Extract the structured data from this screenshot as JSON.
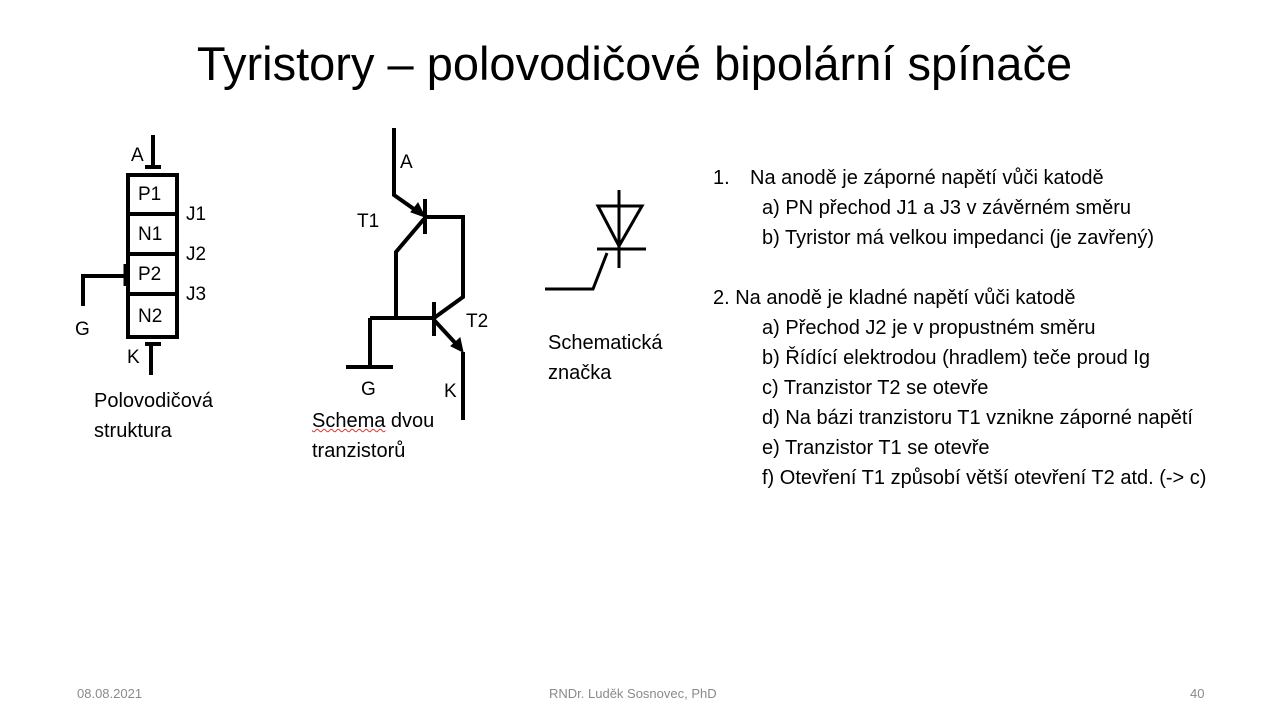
{
  "title": "Tyristory – polovodičové bipolární spínače",
  "structure": {
    "anode": "A",
    "cathode": "K",
    "gate": "G",
    "layers": [
      "P1",
      "N1",
      "P2",
      "N2"
    ],
    "junctions": [
      "J1",
      "J2",
      "J3"
    ],
    "caption_1": "Polovodičová",
    "caption_2": "struktura"
  },
  "transistors": {
    "anode": "A",
    "cathode": "K",
    "gate": "G",
    "t1": "T1",
    "t2": "T2",
    "caption_1": "Schema dvou",
    "caption_2": "tranzistorů"
  },
  "symbol": {
    "caption_1": "Schematická",
    "caption_2": "značka"
  },
  "text": {
    "case1": {
      "num": "1.",
      "head": "Na anodě je záporné napětí vůči katodě",
      "items": [
        "a)  PN přechod J1 a J3 v závěrném směru",
        "b) Tyristor má velkou impedanci (je zavřený)"
      ]
    },
    "case2": {
      "head": "2. Na anodě je kladné napětí vůči katodě",
      "items": [
        "a)  Přechod J2 je v propustném směru",
        "b) Řídící elektrodou (hradlem) teče proud Ig",
        "c) Tranzistor T2 se otevře",
        "d) Na bázi tranzistoru T1 vznikne záporné napětí",
        "e) Tranzistor T1 se otevře",
        "f) Otevření T1 způsobí větší otevření T2 atd. (-> c)"
      ]
    }
  },
  "footer": {
    "date": "08.08.2021",
    "author": "RNDr. Luděk Sosnovec, PhD",
    "page": "40"
  }
}
